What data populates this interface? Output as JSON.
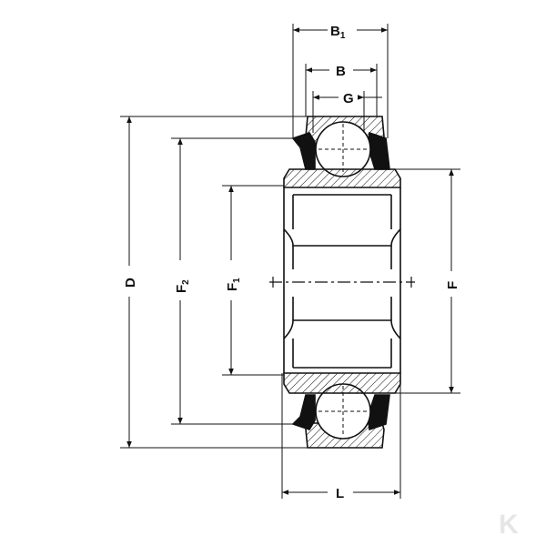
{
  "labels": {
    "B1": {
      "main": "B",
      "sub": "1"
    },
    "B": {
      "main": "B"
    },
    "G": {
      "main": "G"
    },
    "D": {
      "main": "D"
    },
    "F2": {
      "main": "F",
      "sub": "2"
    },
    "F1": {
      "main": "F",
      "sub": "1"
    },
    "F": {
      "main": "F"
    },
    "L": {
      "main": "L"
    }
  },
  "watermark": {
    "text": "K"
  },
  "colors": {
    "line": "#111111",
    "paper": "#ffffff",
    "watermark": "#e6e6e6"
  }
}
